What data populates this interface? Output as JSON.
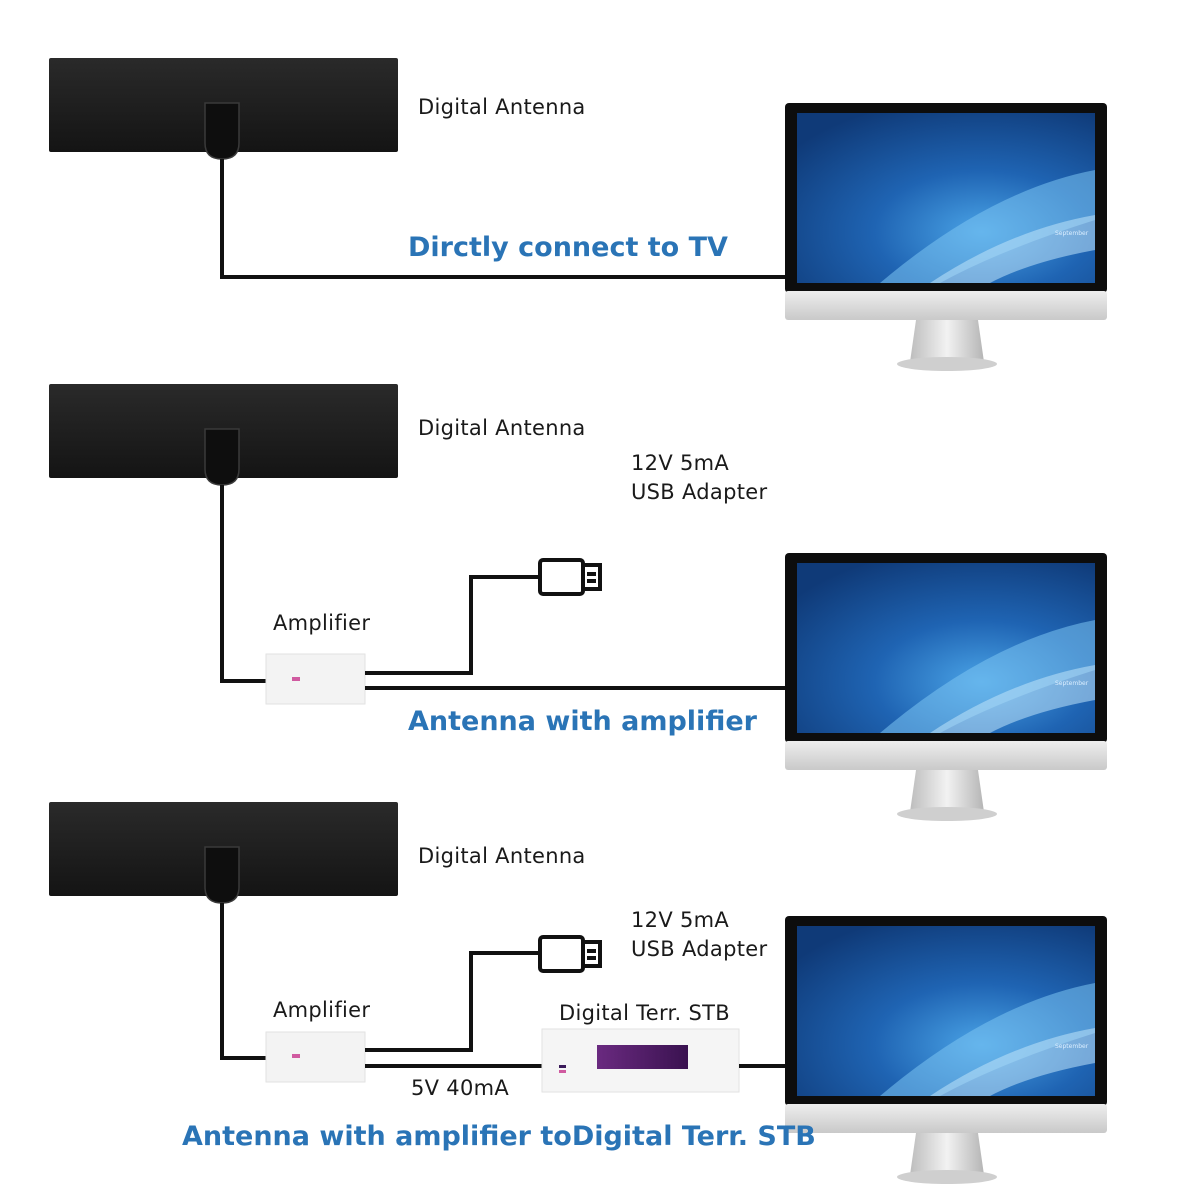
{
  "colors": {
    "caption": "#2a74b6",
    "antenna": "#1f1f1f",
    "cable": "#111111",
    "screen": "#1c5aa6",
    "bezel": "#0d0d0d",
    "chin": "#dcdcdc",
    "amplifier": "#f3f3f3",
    "stb_display": "#5a1f6e"
  },
  "icons": [
    "flat-antenna-icon",
    "usb-plug-icon",
    "monitor-icon",
    "amplifier-box-icon",
    "stb-box-icon"
  ],
  "panels": [
    {
      "antenna_label": "Digital Antenna",
      "caption": "Dirctly connect to TV",
      "calendar_month": "September"
    },
    {
      "antenna_label": "Digital Antenna",
      "power_line1": "12V 5mA",
      "power_line2": "USB Adapter",
      "amplifier_label": "Amplifier",
      "caption": "Antenna with amplifier",
      "calendar_month": "September"
    },
    {
      "antenna_label": "Digital Antenna",
      "power_line1": "12V 5mA",
      "power_line2": "USB Adapter",
      "amplifier_label": "Amplifier",
      "stb_label": "Digital Terr. STB",
      "current_label": "5V 40mA",
      "caption": "Antenna with amplifier toDigital Terr. STB",
      "calendar_month": "September"
    }
  ]
}
